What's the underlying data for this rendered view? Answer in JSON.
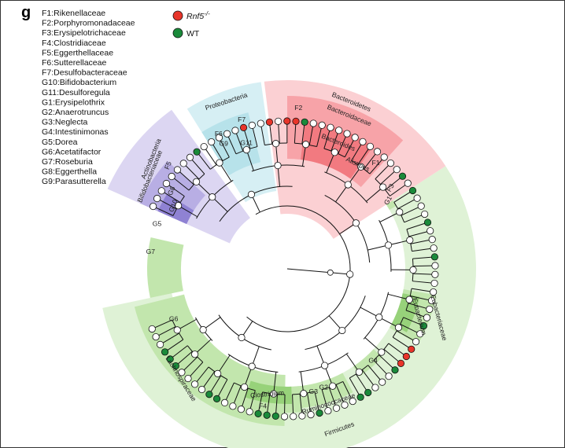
{
  "panel_letter": "g",
  "key": [
    "F1:Rikenellaceae",
    "F2:Porphyromonadaceae",
    "F3:Erysipelotrichaceae",
    "F4:Clostridiaceae",
    "F5:Eggerthellaceae",
    "F6:Sutterellaceae",
    "F7:Desulfobacteraceae",
    "G10:Bifidobacterium",
    "G11:Desulforegula",
    "G1:Erysipelothrix",
    "G2:Anaerotruncus",
    "G3:Neglecta",
    "G4:Intestinimonas",
    "G5:Dorea",
    "G6:Acetatifactor",
    "G7:Roseburia",
    "G8:Eggerthella",
    "G9:Parasutterella"
  ],
  "legend": [
    {
      "label_main": "Rnf5",
      "label_sup": "-/-",
      "color": "#e8352a"
    },
    {
      "label_main": "WT",
      "label_sup": "",
      "color": "#1a8a3a"
    }
  ],
  "colors": {
    "rnf5": "#e8352a",
    "wt": "#1a8a3a",
    "bacteroidetes": "#fbd0d3",
    "bacteroidia": "#f7a3a8",
    "bacteroidales": "#f27a80",
    "proteobacteria": "#d6eff4",
    "proteo_inner": "#b7e2ea",
    "actinobacteria": "#dcd6f2",
    "actino_inner": "#b8aee4",
    "actino_core": "#8f82d3",
    "firmicutes": "#dff2d6",
    "firm_inner": "#c2e6ad",
    "firm_core": "#97d27a",
    "open_node": "#ffffff"
  },
  "clade_labels": {
    "proteobacteria": "Proteobacteria",
    "f7": "F7",
    "f6": "F6",
    "g9": "G9",
    "g11": "G11",
    "bacteroidetes": "Bacteroidetes",
    "bacteroidaceae": "Bacteroidaceae",
    "bacteroides": "Bacteroides",
    "f2": "F2",
    "f1": "F1",
    "alistipes": "Alistipes",
    "g1": "G1",
    "f3": "F3",
    "actinobacteria": "Actinobacteria",
    "bifidobacteriaceae": "Bifidobacteriaceae",
    "f5": "F5",
    "g8": "G8",
    "g10": "G10",
    "g7": "G7",
    "g5": "G5",
    "g6": "G6",
    "lachnospiraceae": "Lachnospiraceae",
    "clostridium": "Clostridium",
    "f4": "F4",
    "ruminococcaceae": "Ruminococcaceae",
    "g3": "G3",
    "g2": "G2",
    "g4": "G4",
    "firmicutes": "Firmicutes",
    "eubacterium": "Eubacterium",
    "eubacteriaceae": "Eubacteriaceae"
  }
}
